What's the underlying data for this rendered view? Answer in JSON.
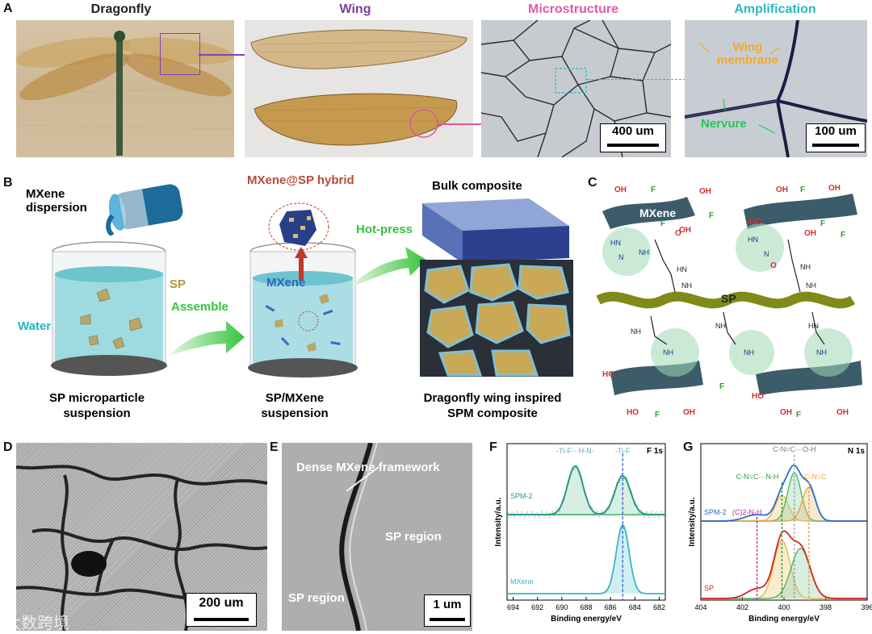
{
  "panels": {
    "A": "A",
    "B": "B",
    "C": "C",
    "D": "D",
    "E": "E",
    "F": "F",
    "G": "G"
  },
  "panelA": {
    "titles": {
      "dragonfly": "Dragonfly",
      "wing": "Wing",
      "micro": "Microstructure",
      "amp": "Amplification"
    },
    "title_colors": {
      "dragonfly": "#222222",
      "wing": "#7b3fa0",
      "micro": "#e05aa8",
      "amp": "#2bb7c4"
    },
    "micro_scale": "400 um",
    "amp_scale": "100 um",
    "wing_membrane": "Wing\nmembrane",
    "nervure": "Nervure"
  },
  "panelB": {
    "mxene_dispersion": "MXene\ndispersion",
    "hybrid": "MXene@SP hybrid",
    "bulk": "Bulk composite",
    "hotpress": "Hot-press",
    "sp": "SP",
    "water": "Water",
    "assemble": "Assemble",
    "mxene": "MXene",
    "cap1": "SP microparticle\nsuspension",
    "cap2": "SP/MXene\nsuspension",
    "cap3": "Dragonfly wing inspired\nSPM composite"
  },
  "panelC": {
    "mxene": "MXene",
    "sp": "SP",
    "oh": "OH",
    "f": "F",
    "ho": "HO",
    "nh": "NH",
    "hn": "HN",
    "o": "O"
  },
  "panelD": {
    "scale": "200 um",
    "watermark": "大数跨境"
  },
  "panelE": {
    "dense": "Dense  MXene framework",
    "sp_region": "SP region",
    "scale": "1 um"
  },
  "panelF": {
    "corner": "F 1s",
    "ylabel": "Intensity/a.u.",
    "xlabel": "Binding energy/eV",
    "peak1": "-Ti-F···H-N-",
    "peak2": "-Ti-F",
    "spm2": "SPM-2",
    "mxene": "MXene"
  },
  "panelG": {
    "corner": "N 1s",
    "ylabel": "Intensity/a.u.",
    "xlabel": "Binding energy/eV",
    "lbl_top": "C-N=C···O-H",
    "lbl_cnh": "C-N=C···N-H",
    "lbl_cnc": "C-N=C",
    "lbl_c2nh": "(C)2-N-H",
    "spm2": "SPM-2",
    "sp": "SP"
  },
  "chart_data": [
    {
      "type": "line",
      "panel": "F",
      "title": "F 1s",
      "xlabel": "Binding energy/eV",
      "ylabel": "Intensity/a.u.",
      "xlim": [
        694.5,
        681.5
      ],
      "x_ticks": [
        694,
        692,
        690,
        688,
        686,
        684,
        682
      ],
      "peaks_eV": [
        688.9,
        685.0
      ],
      "series": [
        {
          "name": "SPM-2",
          "peak_positions": [
            688.9,
            685.0
          ]
        },
        {
          "name": "MXene",
          "peak_positions": [
            685.0
          ]
        }
      ]
    },
    {
      "type": "line",
      "panel": "G",
      "title": "N 1s",
      "xlabel": "Binding energy/eV",
      "ylabel": "Intensity/a.u.",
      "xlim": [
        404,
        396
      ],
      "x_ticks": [
        404,
        402,
        400,
        398,
        396
      ],
      "series": [
        {
          "name": "SPM-2",
          "peak_positions": [
            400.1,
            399.5,
            398.8
          ]
        },
        {
          "name": "SP",
          "peak_positions": [
            400.1,
            399.2,
            401.3
          ]
        }
      ]
    }
  ]
}
